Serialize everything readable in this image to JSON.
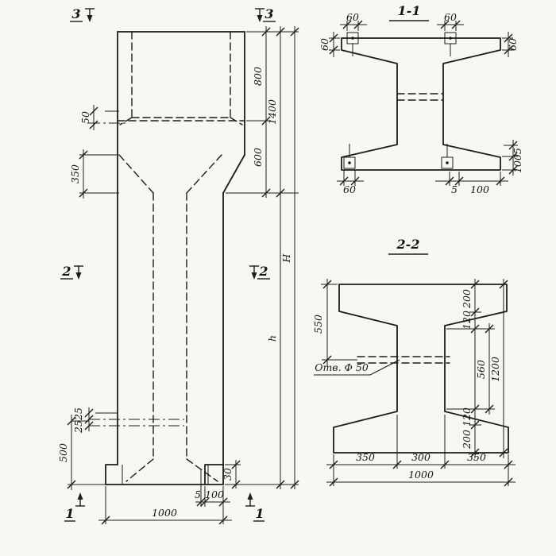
{
  "meta": {
    "background": "#f8f7f3",
    "ink": "#1c1c1c"
  },
  "markers": {
    "top_left": "3",
    "top_right": "3",
    "mid_left": "2",
    "mid_right": "2",
    "bottom_left": "1",
    "bottom_right": "1"
  },
  "elevation": {
    "dims": {
      "d50": "50",
      "d350": "350",
      "d500": "500",
      "d25_upper": "25",
      "d25_lower": "25",
      "d800": "800",
      "d600": "600",
      "d1400": "1400",
      "d_h_total": "H",
      "d_h_lower": "h",
      "d30": "30",
      "d5": "5",
      "d100": "100",
      "d1000": "1000"
    }
  },
  "section_1_1": {
    "title": "1-1",
    "dims": {
      "top_left_60": "60",
      "left_60": "60",
      "top_right_60": "60",
      "right_60": "60",
      "bottom_left_60": "60",
      "bottom_5": "5",
      "bottom_100": "100",
      "side_5": "5",
      "side_100": "100"
    }
  },
  "section_2_2": {
    "title": "2-2",
    "hole_label": "Отв. Ф 50",
    "dims": {
      "left_550": "550",
      "right_200_top": "200",
      "right_120_top": "120",
      "right_560": "560",
      "right_120_bottom": "120",
      "right_200_bottom": "200",
      "right_1200": "1200",
      "bottom_350_left": "350",
      "bottom_300": "300",
      "bottom_350_right": "350",
      "bottom_1000": "1000"
    }
  }
}
